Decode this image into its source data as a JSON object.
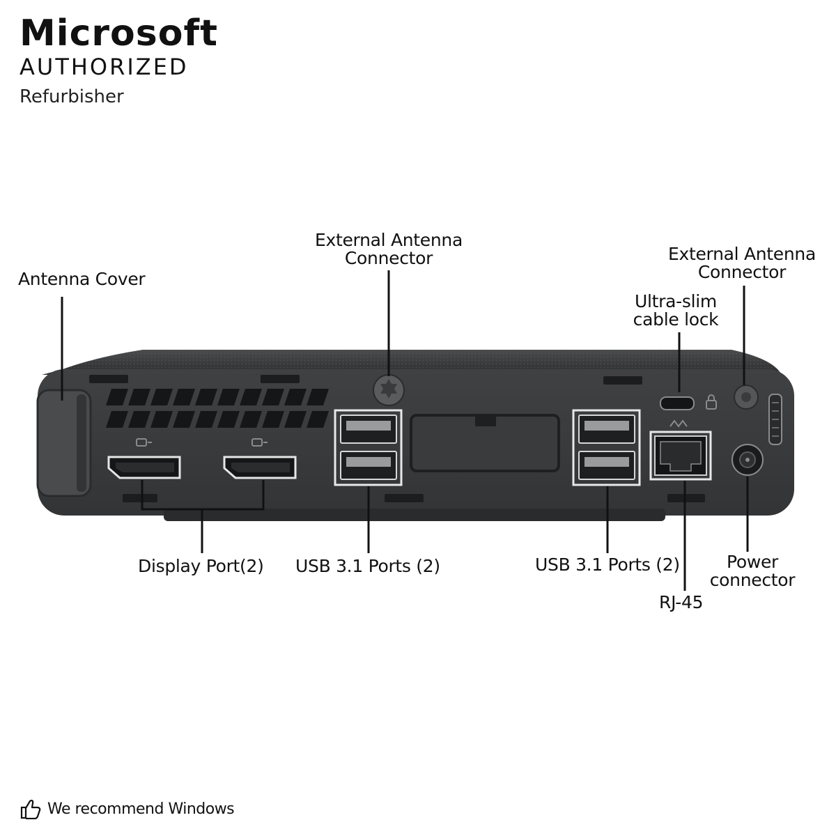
{
  "brand": {
    "line1": "Microsoft",
    "line2": "AUTHORIZED",
    "line3": "Refurbisher"
  },
  "labels": {
    "antenna_cover": "Antenna Cover",
    "ext_antenna_center": [
      "External Antenna",
      "Connector"
    ],
    "ext_antenna_right": [
      "External Antenna",
      "Connector"
    ],
    "cable_lock": [
      "Ultra-slim",
      "cable lock"
    ],
    "display_port": "Display Port(2)",
    "usb_left": "USB 3.1 Ports (2)",
    "usb_right": "USB 3.1 Ports (2)",
    "power": [
      "Power",
      "connector"
    ],
    "rj45": "RJ-45"
  },
  "footer": {
    "text": "We recommend Windows",
    "icon": "thumbs-up-icon"
  },
  "colors": {
    "chassis": "#3b3c3e",
    "chassis_dark": "#222325",
    "callout": "#111111",
    "port_frame": "#e8e8e8"
  }
}
